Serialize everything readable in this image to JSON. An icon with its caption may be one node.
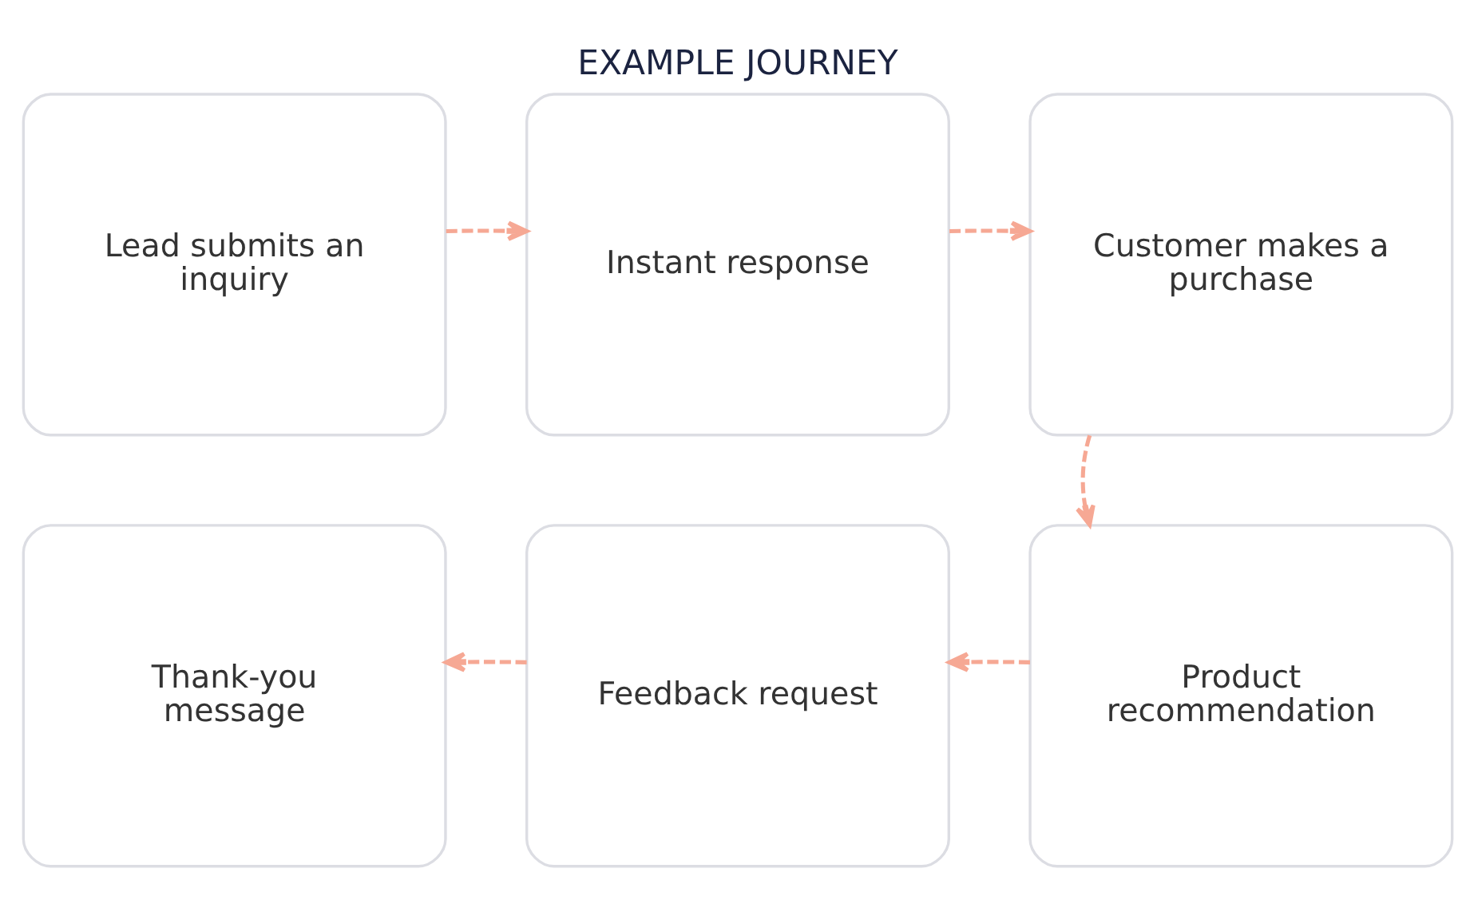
{
  "diagram": {
    "title": "EXAMPLE JOURNEY",
    "nodes": [
      {
        "text": [
          "Lead submits an inquiry"
        ]
      },
      {
        "text": [
          "Instant response"
        ]
      },
      {
        "text": [
          "Customer makes a purchase"
        ]
      },
      {
        "text": [
          "Product recommendation"
        ]
      },
      {
        "text": [
          "Feedback request"
        ]
      },
      {
        "text": [
          "Thank-you message"
        ]
      }
    ],
    "edges": [
      {
        "from": 0,
        "to": 1,
        "arrow": "to",
        "style": "dashed"
      },
      {
        "from": 1,
        "to": 2,
        "arrow": "to",
        "style": "dashed"
      },
      {
        "from": 2,
        "to": 3,
        "arrow": "to",
        "style": "dashed"
      },
      {
        "from": 3,
        "to": 4,
        "arrow": "to",
        "style": "dashed"
      },
      {
        "from": 4,
        "to": 5,
        "arrow": "to",
        "style": "dashed"
      }
    ]
  }
}
